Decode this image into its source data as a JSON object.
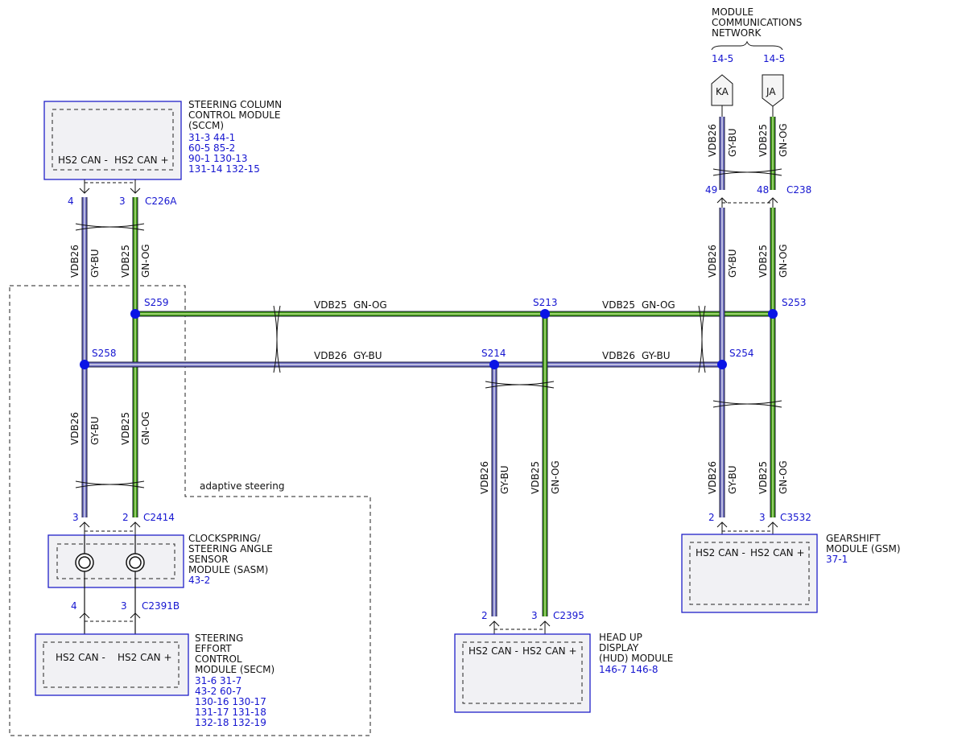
{
  "network": {
    "title_lines": [
      "MODULE",
      "COMMUNICATIONS",
      "NETWORK"
    ],
    "refs": [
      "14-5",
      "14-5"
    ]
  },
  "connectors_top": {
    "ka": "KA",
    "ja": "JA"
  },
  "wire_codes": {
    "vdb26": "VDB26",
    "gybu": "GY-BU",
    "vdb25": "VDB25",
    "gnog": "GN-OG"
  },
  "splices": [
    "S259",
    "S258",
    "S213",
    "S214",
    "S253",
    "S254"
  ],
  "connectors": {
    "c226a": "C226A",
    "c2414": "C2414",
    "c2391b": "C2391B",
    "c2395": "C2395",
    "c238": "C238",
    "c3532": "C3532"
  },
  "pins": {
    "sccm_neg": "4",
    "sccm_pos": "3",
    "c238_neg": "49",
    "c238_pos": "48",
    "sasm_neg": "3",
    "sasm_pos": "2",
    "secm_neg": "4",
    "secm_pos": "3",
    "hud_neg": "2",
    "hud_pos": "3",
    "gsm_neg": "2",
    "gsm_pos": "3"
  },
  "can_labels": {
    "neg": "HS2 CAN -",
    "pos": "HS2 CAN +"
  },
  "adaptive_steering": "adaptive steering",
  "modules": {
    "sccm": {
      "name_lines": [
        "STEERING COLUMN",
        "CONTROL MODULE",
        "(SCCM)"
      ],
      "ref_lines": [
        "31-3    44-1",
        "60-5    85-2",
        "90-1     130-13",
        "131-14  132-15"
      ]
    },
    "sasm": {
      "name_lines": [
        "CLOCKSPRING/",
        "STEERING ANGLE",
        "SENSOR",
        "MODULE (SASM)"
      ],
      "ref_lines": [
        "43-2"
      ]
    },
    "secm": {
      "name_lines": [
        "STEERING",
        "EFFORT",
        "CONTROL",
        "MODULE (SECM)"
      ],
      "ref_lines": [
        "31-6     31-7",
        "43-2     60-7",
        "130-16  130-17",
        "131-17  131-18",
        "132-18  132-19"
      ]
    },
    "hud": {
      "name_lines": [
        "HEAD UP",
        "DISPLAY",
        "(HUD) MODULE"
      ],
      "ref_lines": [
        "146-7   146-8"
      ]
    },
    "gsm": {
      "name_lines": [
        "GEARSHIFT",
        "MODULE (GSM)"
      ],
      "ref_lines": [
        "37-1"
      ]
    }
  },
  "colors": {
    "gray_blue_wire": "#6e6ec4",
    "green_orange_wire": "#3f9a12",
    "splice": "#0a14e6",
    "module_border": "#2020c8",
    "ref_text": "#1515d0"
  }
}
